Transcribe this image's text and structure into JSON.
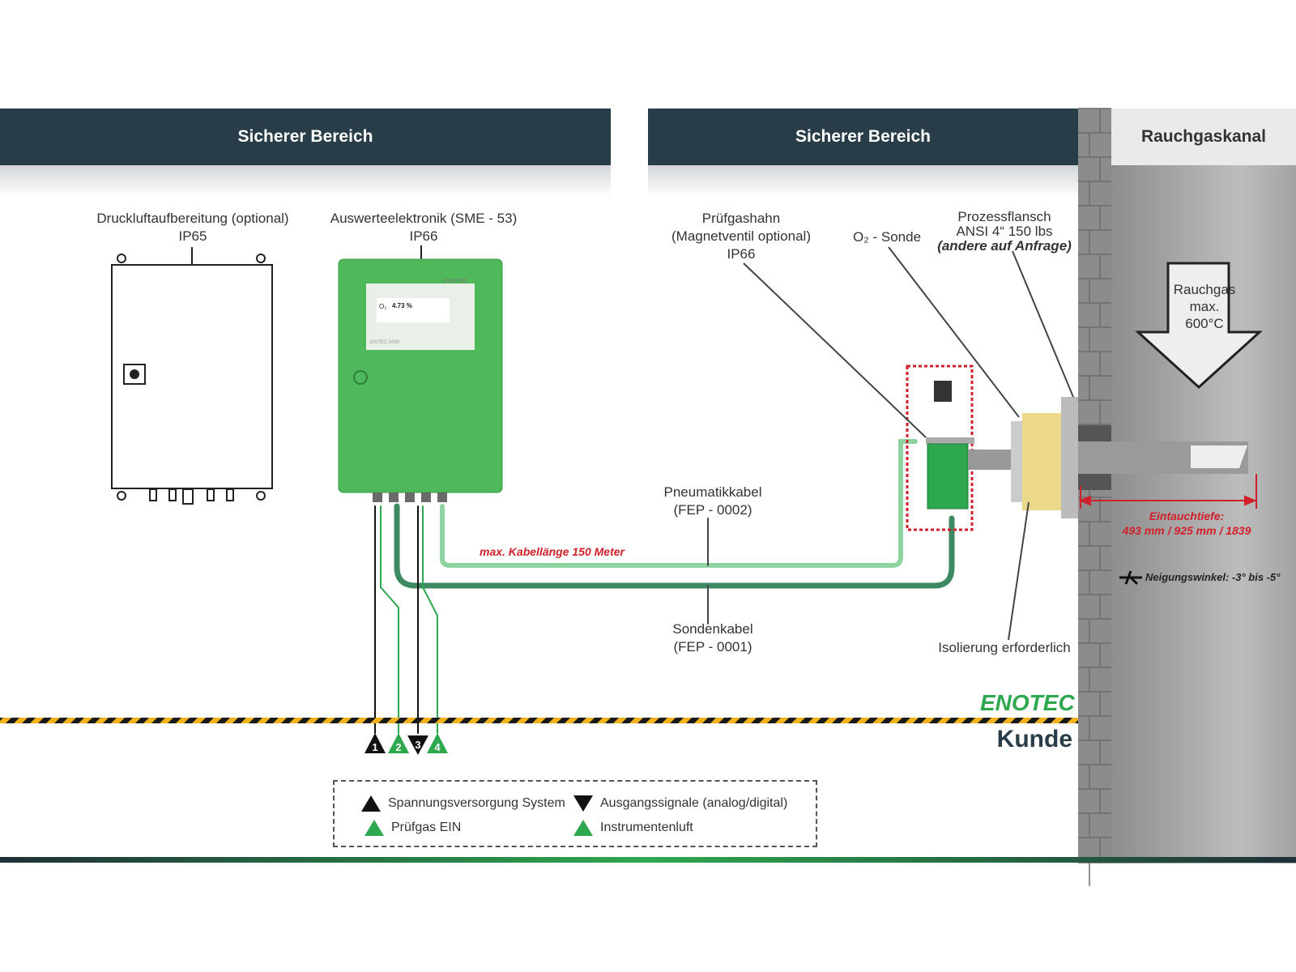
{
  "headers": {
    "left": "Sicherer Bereich",
    "middle": "Sicherer Bereich",
    "right": "Rauchgaskanal"
  },
  "labels": {
    "compressed_air": [
      "Druckluftaufbereitung (optional)",
      "IP65"
    ],
    "electronics": [
      "Auswerteelektronik (SME - 53)",
      "IP66"
    ],
    "test_gas_valve": [
      "Prüfgashahn",
      "(Magnetventil optional)",
      "IP66"
    ],
    "o2_probe": "O₂ - Sonde",
    "process_flange": [
      "Prozessflansch",
      "ANSI 4“ 150 lbs",
      "(andere auf Anfrage)"
    ],
    "flue_gas": [
      "Rauchgas",
      "max.",
      "600°C"
    ],
    "pneumatic_cable": [
      "Pneumatikkabel",
      "(FEP - 0002)"
    ],
    "probe_cable": [
      "Sondenkabel",
      "(FEP - 0001)"
    ],
    "max_cable_length": "max. Kabellänge 150 Meter",
    "insulation": "Isolierung erforderlich",
    "insertion_depth": [
      "Eintauchtiefe:",
      "493 mm / 925 mm / 1839"
    ],
    "inclination": "Neigungswinkel: -3° bis -5°"
  },
  "display": {
    "brand": "ENOTEC",
    "gas": "O₂",
    "reading": "4.73 %",
    "model": "OXITEC 5000"
  },
  "boundary": {
    "vendor": "ENOTEC",
    "customer": "Kunde"
  },
  "legend": [
    {
      "num": "1",
      "label": "Spannungsversorgung System",
      "color": "#111111",
      "dir": "up"
    },
    {
      "num": "3",
      "label": "Ausgangssignale (analog/digital)",
      "color": "#111111",
      "dir": "down"
    },
    {
      "num": "2",
      "label": "Prüfgas EIN",
      "color": "#2ea84f",
      "dir": "up"
    },
    {
      "num": "4",
      "label": "Instrumentenluft",
      "color": "#2ea84f",
      "dir": "up"
    }
  ],
  "colors": {
    "header": "#283d47",
    "device_green": "#4fb85a",
    "cable_dark": "#3d8a62",
    "cable_light": "#8fd3a0",
    "accent_red": "#d0202a",
    "enotec_green": "#2ea84f"
  }
}
